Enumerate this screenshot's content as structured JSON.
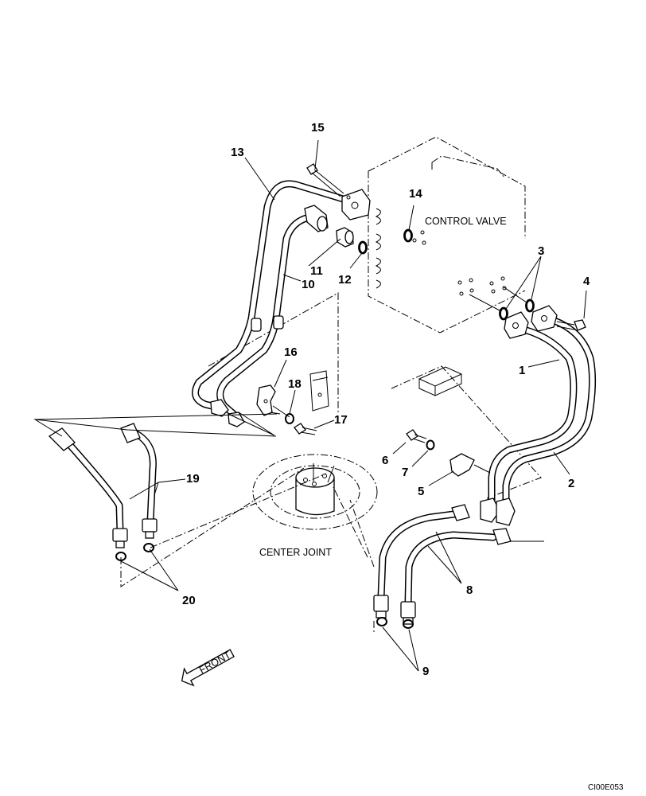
{
  "labels": {
    "control_valve": "CONTROL VALVE",
    "center_joint": "CENTER JOINT",
    "front": "FRONT",
    "drawing_code": "CI00E053"
  },
  "callouts": {
    "n1": "1",
    "n2": "2",
    "n3": "3",
    "n4": "4",
    "n5": "5",
    "n6": "6",
    "n7": "7",
    "n8": "8",
    "n9": "9",
    "n10": "10",
    "n11": "11",
    "n12": "12",
    "n13": "13",
    "n14": "14",
    "n15": "15",
    "n16": "16",
    "n17": "17",
    "n18": "18",
    "n19": "19",
    "n20": "20"
  }
}
